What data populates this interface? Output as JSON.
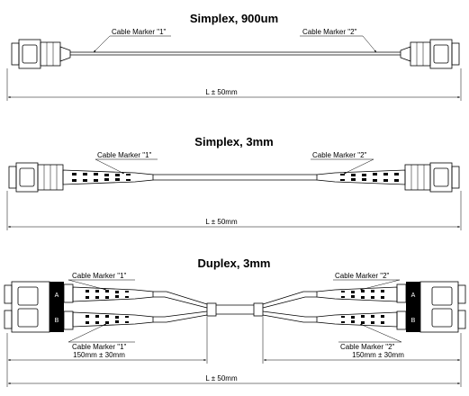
{
  "sections": [
    {
      "title": "Simplex, 900um",
      "marker_left": "Cable Marker \"1\"",
      "marker_right": "Cable Marker \"2\"",
      "length": "L ± 50mm"
    },
    {
      "title": "Simplex, 3mm",
      "marker_left": "Cable Marker \"1\"",
      "marker_right": "Cable Marker \"2\"",
      "length": "L ± 50mm"
    },
    {
      "title": "Duplex, 3mm",
      "marker_left_top": "Cable Marker \"1\"",
      "marker_left_bottom": "Cable Marker \"1\"",
      "marker_right_top": "Cable Marker \"2\"",
      "marker_right_bottom": "Cable Marker \"2\"",
      "breakout_left": "150mm ± 30mm",
      "breakout_right": "150mm ± 30mm",
      "length": "L ± 50mm",
      "port_labels": [
        "A",
        "B"
      ]
    }
  ]
}
